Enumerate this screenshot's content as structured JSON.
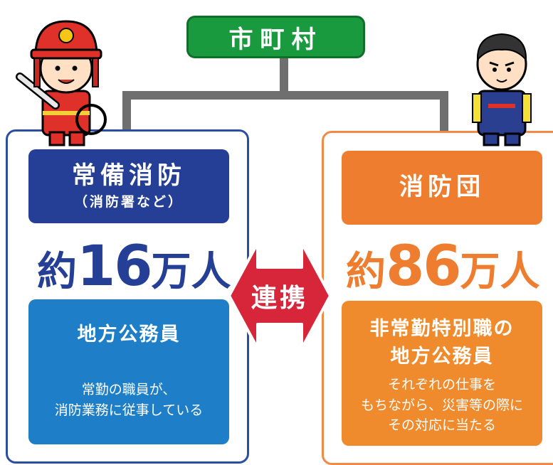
{
  "municipality": {
    "label": "市町村"
  },
  "left": {
    "title": "常備消防",
    "subtitle": "（消防署など）",
    "count_prefix": "約",
    "count_number": "16",
    "count_suffix": "万人",
    "desc_title": "地方公務員",
    "desc_lines": [
      "常勤の職員が、",
      "消防業務に従事している"
    ]
  },
  "right": {
    "title": "消防団",
    "count_prefix": "約",
    "count_number": "86",
    "count_suffix": "万人",
    "desc_title_lines": [
      "非常勤特別職の",
      "地方公務員"
    ],
    "desc_lines": [
      "それぞれの仕事を",
      "もちながら、災害等の際に",
      "その対応に当たる"
    ]
  },
  "link": {
    "label": "連携"
  },
  "colors": {
    "municipality": "#1a9a3e",
    "left_header": "#243f95",
    "left_desc": "#1e7fc8",
    "right_header": "#ee7d2f",
    "right_desc": "#ef8b2c",
    "arrow": "#d7263a",
    "connector": "#6f6f6f"
  },
  "icons": {
    "left_character": "firefighter-illustration",
    "right_character": "volunteer-firefighter-illustration"
  }
}
